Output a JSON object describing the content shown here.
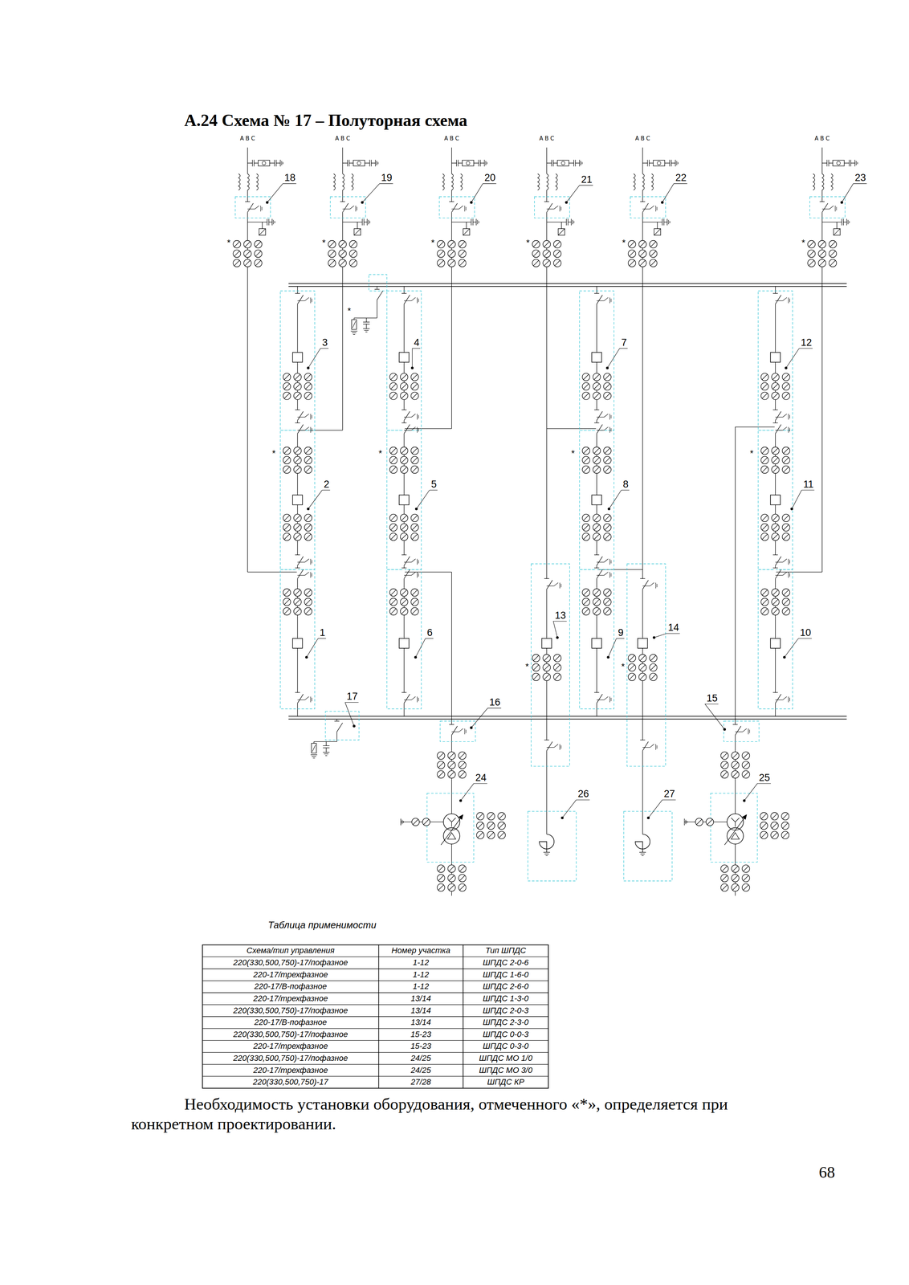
{
  "diagram": {
    "title": "А.24 Схема № 17 – Полуторная схема",
    "labels": [
      "A B C",
      "A B C",
      "A B C",
      "A B C",
      "A B C",
      "A B C",
      "18",
      "19",
      "20",
      "21",
      "22",
      "23",
      "3",
      "4",
      "7",
      "12",
      "2",
      "5",
      "8",
      "11",
      "13",
      "14",
      "1",
      "6",
      "9",
      "10",
      "17",
      "16",
      "15",
      "24",
      "25",
      "26",
      "27",
      "*",
      "*",
      "*",
      "*",
      "*",
      "*",
      "*",
      "*",
      "*",
      "*",
      "*",
      "*",
      "*",
      "Таблица применимости",
      "Схема/тип управления",
      "Номер участка",
      "Тип ШПДС",
      "220(330,500,750)-17/пофазное",
      "1-12",
      "ШПДС 2-0-6",
      "220-17/трехфазное",
      "1-12",
      "ШПДС 1-6-0",
      "220-17/В-пофазное",
      "1-12",
      "ШПДС 2-6-0",
      "220-17/трехфазное",
      "13/14",
      "ШПДС 1-3-0",
      "220(330,500,750)-17/пофазное",
      "13/14",
      "ШПДС 2-0-3",
      "220-17/В-пофазное",
      "13/14",
      "ШПДС 2-3-0",
      "220(330,500,750)-17/пофазное",
      "15-23",
      "ШПДС 0-0-3",
      "220-17/трехфазное",
      "15-23",
      "ШПДС 0-3-0",
      "220(330,500,750)-17/пофазное",
      "24/25",
      "ШПДС МО 1/0",
      "220-17/трехфазное",
      "24/25",
      "ШПДС МО 3/0",
      "220(330,500,750)-17",
      "27/28",
      "ШПДС КР",
      "Необходимость установки оборудования, отмеченного «*», определяется при конкретном проектировании.",
      "68"
    ]
  }
}
